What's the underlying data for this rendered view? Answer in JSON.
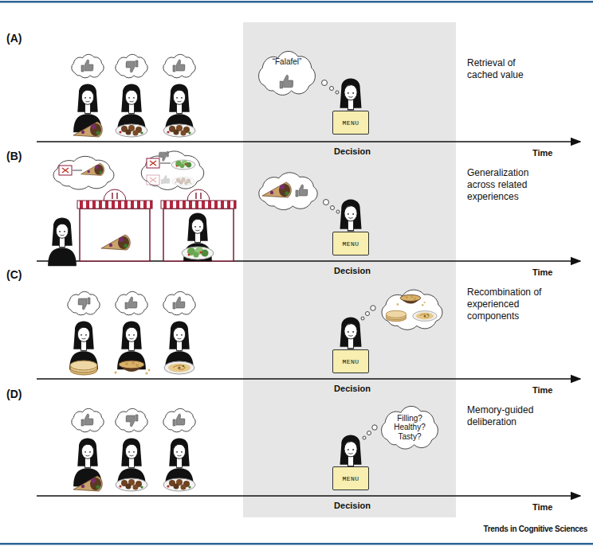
{
  "diagram": {
    "nodes": [
      {
        "text": [
          "“Falafel”"
        ]
      },
      {
        "text": [
          "MENU"
        ]
      },
      {
        "text": [
          "MENU"
        ]
      },
      {
        "text": [
          "MENU"
        ]
      },
      {
        "text": [
          "Filling? Healthy? Tasty?"
        ]
      },
      {
        "text": [
          "MENU"
        ]
      }
    ],
    "edges": [],
    "labels": [
      "(A)",
      "Retrieval of cached value",
      "Decision",
      "Time",
      "(B)",
      "Generalization across related experiences",
      "Decision",
      "Time",
      "(C)",
      "Recombination of experienced components",
      "Decision",
      "Time",
      "(D)",
      "Memory-guided deliberation",
      "Decision",
      "Time",
      "Trends in Cognitive Sciences"
    ]
  }
}
